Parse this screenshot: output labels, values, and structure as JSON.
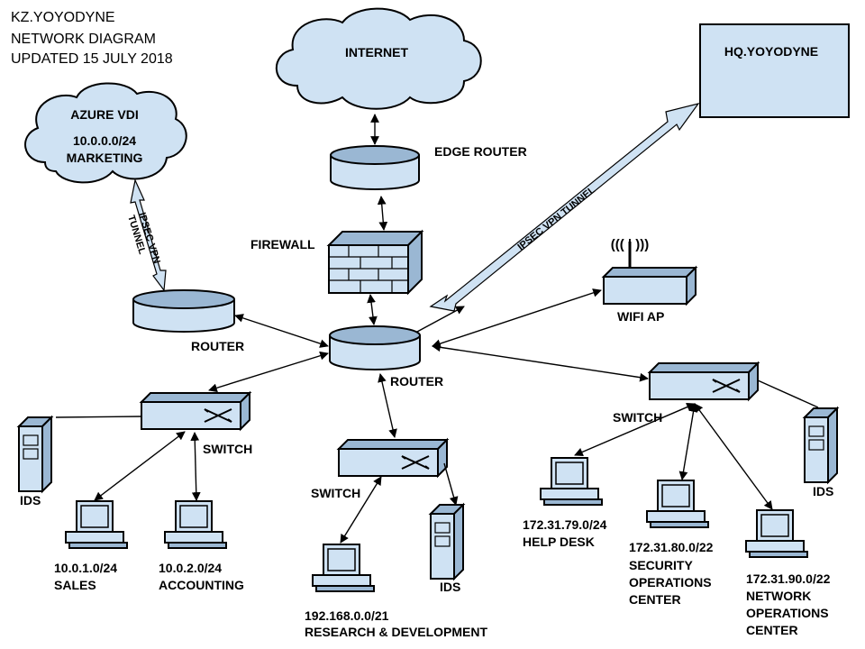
{
  "title": {
    "line1": "KZ.YOYODYNE",
    "line2": "NETWORK DIAGRAM",
    "line3": "UPDATED 15 JULY 2018"
  },
  "nodes": {
    "internet": "INTERNET",
    "hq": "HQ.YOYODYNE",
    "azure_vdi": {
      "name": "AZURE VDI",
      "subnet": "10.0.0.0/24",
      "dept": "MARKETING"
    },
    "edge_router": "EDGE ROUTER",
    "firewall": "FIREWALL",
    "left_router": "ROUTER",
    "core_router": "ROUTER",
    "wifi_ap": "WIFI AP",
    "switch_left": "SWITCH",
    "switch_middle": "SWITCH",
    "switch_right": "SWITCH",
    "ids": "IDS",
    "sales": {
      "subnet": "10.0.1.0/24",
      "dept": "SALES"
    },
    "accounting": {
      "subnet": "10.0.2.0/24",
      "dept": "ACCOUNTING"
    },
    "rnd": {
      "subnet": "192.168.0.0/21",
      "dept": "RESEARCH & DEVELOPMENT"
    },
    "helpdesk": {
      "subnet": "172.31.79.0/24",
      "dept": "HELP DESK"
    },
    "soc": {
      "subnet": "172.31.80.0/22",
      "dept1": "SECURITY",
      "dept2": "OPERATIONS",
      "dept3": "CENTER"
    },
    "noc": {
      "subnet": "172.31.90.0/22",
      "dept1": "NETWORK",
      "dept2": "OPERATIONS",
      "dept3": "CENTER"
    }
  },
  "tunnels": {
    "hq": "IPSEC VPN TUNNEL",
    "azure1": "IPSEC VPN",
    "azure2": "TUNNEL"
  },
  "icons": {
    "wifi_waves": "((( | )))"
  },
  "colors": {
    "equipment_fill": "#cfe2f3",
    "equipment_shade": "#9ab7d3",
    "stroke": "#000000"
  }
}
